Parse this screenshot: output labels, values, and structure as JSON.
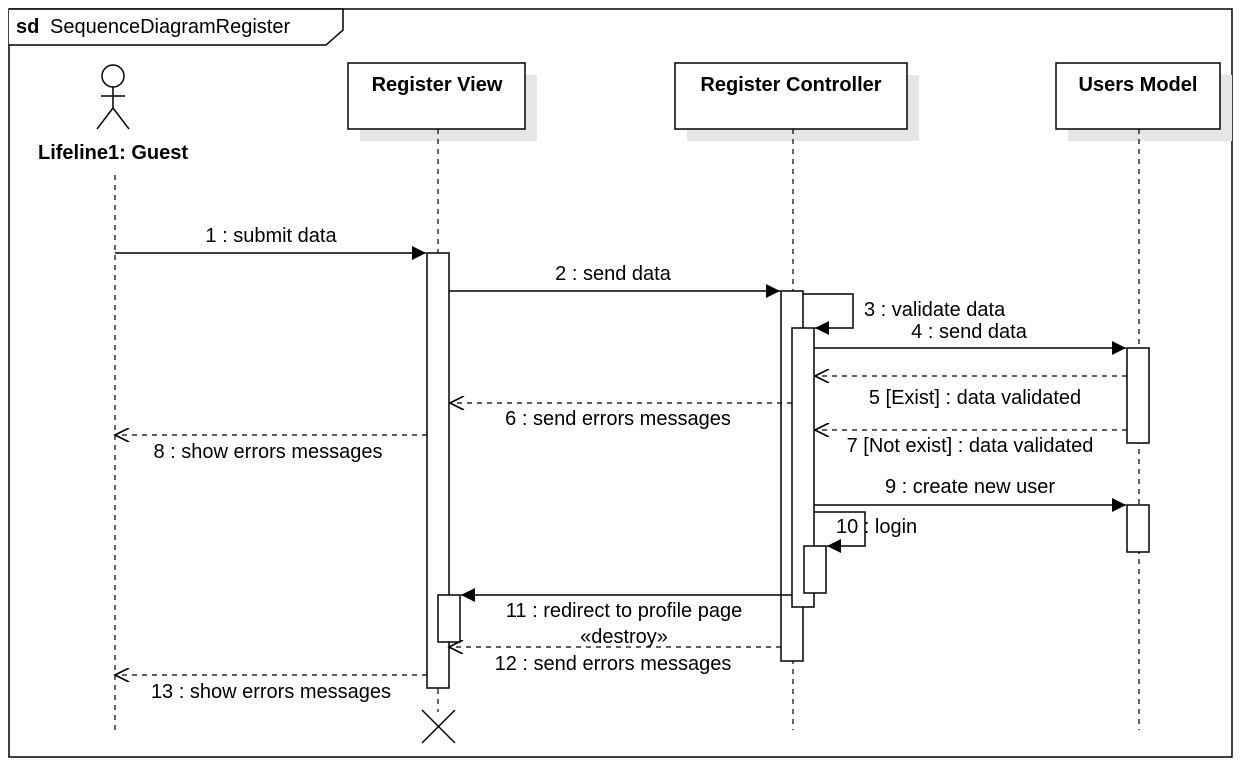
{
  "frame": {
    "keyword": "sd",
    "name": "SequenceDiagramRegister"
  },
  "actor": {
    "name": "Lifeline1: Guest"
  },
  "lifelines": [
    {
      "name": "Register View"
    },
    {
      "name": "Register Controller"
    },
    {
      "name": "Users Model"
    }
  ],
  "messages": [
    {
      "label": "1 : submit data",
      "kind": "sync"
    },
    {
      "label": "2 : send data",
      "kind": "sync"
    },
    {
      "label": "3 : validate data",
      "kind": "self"
    },
    {
      "label": "4 : send data",
      "kind": "sync"
    },
    {
      "label": "5 [Exist] : data validated",
      "kind": "return"
    },
    {
      "label": "6 : send errors messages",
      "kind": "return"
    },
    {
      "label": "7 [Not exist] : data validated",
      "kind": "return"
    },
    {
      "label": "8 : show errors messages",
      "kind": "return"
    },
    {
      "label": "9 : create new user",
      "kind": "sync"
    },
    {
      "label": "10 : login",
      "kind": "self"
    },
    {
      "label": "11 : redirect to profile page",
      "kind": "sync"
    },
    {
      "label": "12 : send errors messages",
      "kind": "return"
    },
    {
      "label": "13 : show errors messages",
      "kind": "return"
    }
  ],
  "destroy_label": "«destroy»",
  "colors": {
    "line": "#000000",
    "shadow": "#e6e6e6",
    "background": "#ffffff"
  }
}
